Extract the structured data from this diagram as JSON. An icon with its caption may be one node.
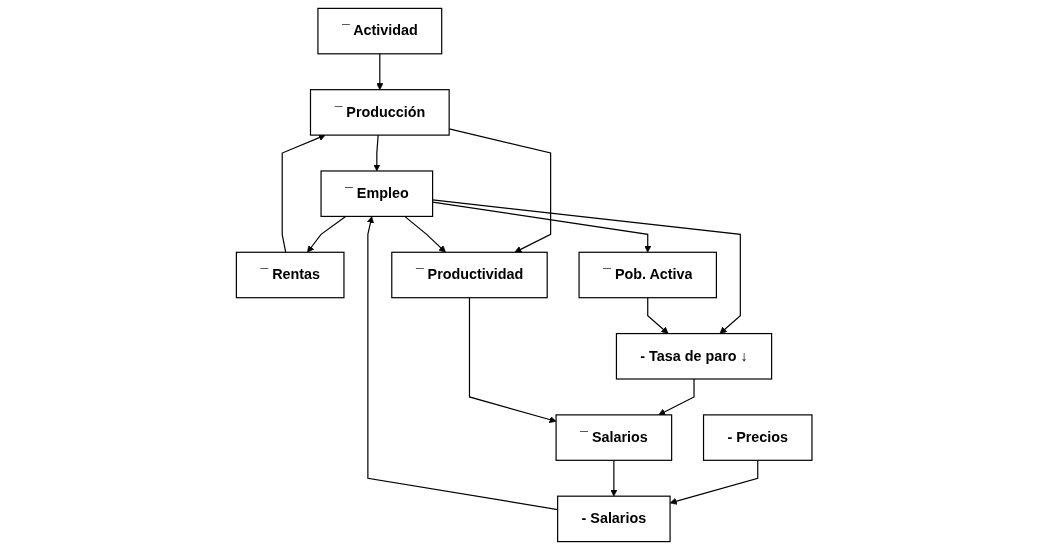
{
  "diagram": {
    "nodes": [
      {
        "text": [
          "¯ Actividad"
        ]
      },
      {
        "text": [
          "- Precios"
        ]
      },
      {
        "text": [
          "¯ Producción"
        ]
      },
      {
        "text": [
          "- Salarios"
        ]
      },
      {
        "text": [
          "¯ Rentas"
        ]
      },
      {
        "text": [
          "¯ Empleo"
        ]
      },
      {
        "text": [
          "¯ Productividad"
        ]
      },
      {
        "text": [
          "¯ Pob. Activa"
        ]
      },
      {
        "text": [
          "- Tasa de paro ↓"
        ]
      },
      {
        "text": [
          "¯ Salarios"
        ]
      }
    ],
    "edges": [
      {
        "from": 0,
        "to": 2,
        "arrow": "to"
      },
      {
        "from": 1,
        "to": 3,
        "arrow": "to"
      },
      {
        "from": 4,
        "to": 2,
        "arrow": "to"
      },
      {
        "from": 2,
        "to": 5,
        "arrow": "to"
      },
      {
        "from": 3,
        "to": 5,
        "arrow": "to"
      },
      {
        "from": 5,
        "to": 4,
        "arrow": "to"
      },
      {
        "from": 2,
        "to": 6,
        "arrow": "to"
      },
      {
        "from": 5,
        "to": 6,
        "arrow": "to"
      },
      {
        "from": 5,
        "to": 7,
        "arrow": "to"
      },
      {
        "from": 5,
        "to": 8,
        "arrow": "to"
      },
      {
        "from": 7,
        "to": 8,
        "arrow": "to"
      },
      {
        "from": 8,
        "to": 9,
        "arrow": "to"
      },
      {
        "from": 6,
        "to": 9,
        "arrow": "to"
      },
      {
        "from": 9,
        "to": 3,
        "arrow": "to"
      }
    ]
  }
}
